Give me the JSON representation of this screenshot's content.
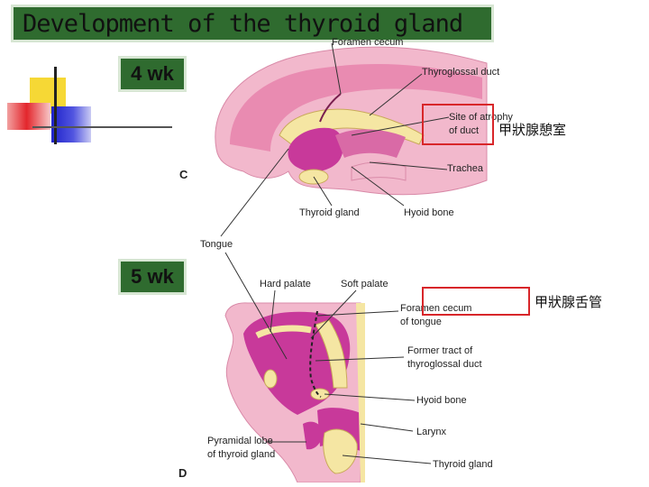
{
  "title": "Development of the thyroid gland",
  "stage_labels": {
    "upper": "4 wk",
    "lower": "5 wk"
  },
  "panel_letters": {
    "upper": "C",
    "lower": "D"
  },
  "upper_labels": {
    "foramen_cecum": "Foramen cecum",
    "thyroglossal_duct": "Thyroglossal duct",
    "site_atrophy_line1": "Site of atrophy",
    "site_atrophy_line2": "of duct",
    "trachea": "Trachea",
    "thyroid_gland": "Thyroid gland",
    "hyoid_bone": "Hyoid bone",
    "tongue": "Tongue"
  },
  "lower_labels": {
    "hard_palate": "Hard palate",
    "soft_palate": "Soft palate",
    "foramen_cecum_line1": "Foramen cecum",
    "foramen_cecum_line2": "of tongue",
    "former_tract_line1": "Former tract of",
    "former_tract_line2": "thyroglossal duct",
    "hyoid_bone": "Hyoid bone",
    "larynx": "Larynx",
    "pyramidal_line1": "Pyramidal lobe",
    "pyramidal_line2": "of thyroid gland",
    "thyroid_gland": "Thyroid gland"
  },
  "annotations": {
    "upper_cjk": "甲狀腺憩室",
    "lower_cjk": "甲狀腺舌管"
  },
  "colors": {
    "title_bg": "#2f6b2f",
    "tissue_pink": "#e98bb1",
    "tissue_magenta": "#c8399a",
    "cartilage_yellow": "#f5e6a3",
    "highlight_red": "#d8262a"
  }
}
